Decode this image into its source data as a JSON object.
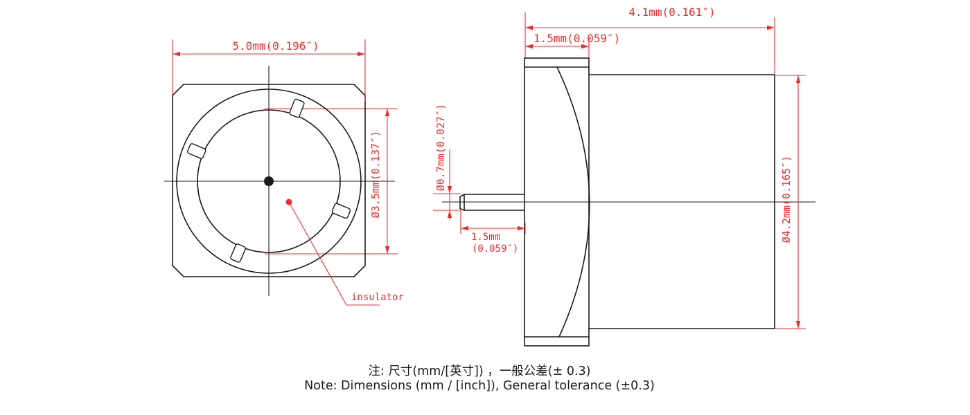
{
  "drawing": {
    "type": "engineering-dimension-drawing",
    "part": "RF connector / insulator component, front and side views"
  },
  "colors": {
    "line_black": "#1a1a1a",
    "dimension_red": "#f02b2b",
    "background": "#ffffff"
  },
  "front_view": {
    "width_dim": "5.0mm(0.196″)",
    "insulator_dia_dim": "Ø3.5mm(0.137″)",
    "insulator_label": "insulator"
  },
  "side_view": {
    "total_length_dim": "4.1mm(0.161″)",
    "flange_thickness_dim": "1.5mm(0.059″)",
    "pin_dia_dim": "Ø0.7mm(0.027″)",
    "pin_length_line1": "1.5mm",
    "pin_length_line2": "(0.059″)",
    "body_dia_dim": "Ø4.2mm(0.165″)"
  },
  "note": {
    "line1": "注: 尺寸(mm/[英寸]) ，一般公差(± 0.3)",
    "line2": "Note: Dimensions (mm / [inch]), General tolerance (±0.3)"
  }
}
